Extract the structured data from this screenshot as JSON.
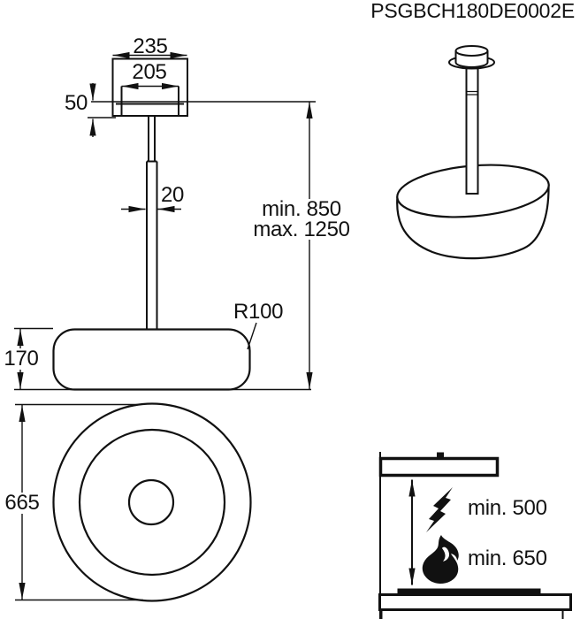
{
  "title": "PSGBCH180DE0002E",
  "colors": {
    "line": "#111111",
    "background": "#ffffff"
  },
  "front_view": {
    "dims": {
      "mount_outer_width": "235",
      "mount_inner_width": "205",
      "mount_height": "50",
      "pole_diameter": "20",
      "suspension_min": "min. 850",
      "suspension_max": "max. 1250",
      "body_radius": "R100",
      "body_height": "170"
    }
  },
  "bottom_view": {
    "dims": {
      "body_diameter": "665"
    }
  },
  "clearance_view": {
    "icons": {
      "electric": "lightning-bolt-icon",
      "gas": "flame-icon"
    },
    "electric_min": "min. 500",
    "gas_min": "min. 650"
  }
}
